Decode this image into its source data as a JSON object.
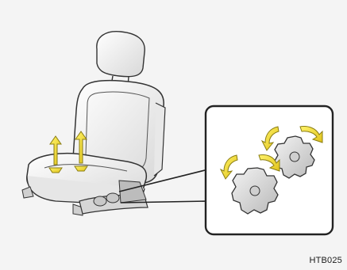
{
  "figure": {
    "code": "HTB025"
  },
  "colors": {
    "background": "#f4f4f4",
    "seat_fill": "#f6f6f6",
    "seat_outline": "#333333",
    "seat_shade": "#d9d9d9",
    "arrow_yellow": "#f0de3c",
    "arrow_outline": "#8a7d12",
    "knob_fill": "#e4e4e4",
    "inset_border": "#222222"
  },
  "icons": [
    "car-seat",
    "lift-arrow",
    "rotation-arrow",
    "adjustment-knob"
  ]
}
